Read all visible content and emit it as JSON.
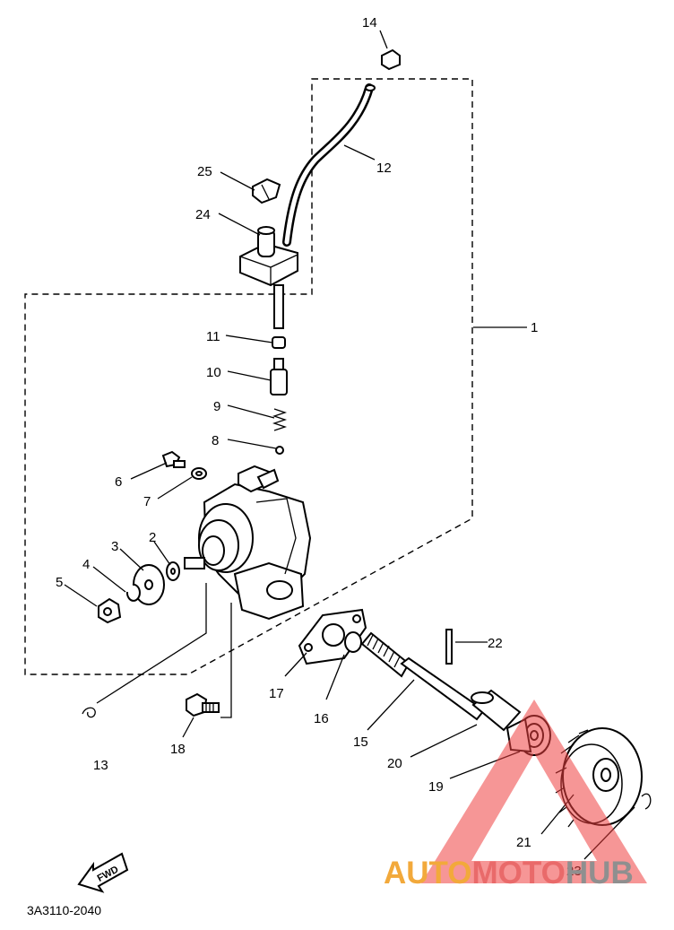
{
  "diagram": {
    "code": "3A3110-2040",
    "fwd_label": "FWD",
    "callouts": [
      "1",
      "2",
      "3",
      "4",
      "5",
      "6",
      "7",
      "8",
      "9",
      "10",
      "11",
      "12",
      "13",
      "14",
      "15",
      "16",
      "17",
      "18",
      "19",
      "20",
      "21",
      "22",
      "23",
      "24",
      "25"
    ]
  },
  "watermark": {
    "part1": "AUTO",
    "part2": "MOTO",
    "part3": "HUB",
    "colors": {
      "auto": "#f2a93b",
      "moto": "#e96a6a",
      "hub": "#8f8f8f",
      "triangle": "#ef4040"
    }
  }
}
